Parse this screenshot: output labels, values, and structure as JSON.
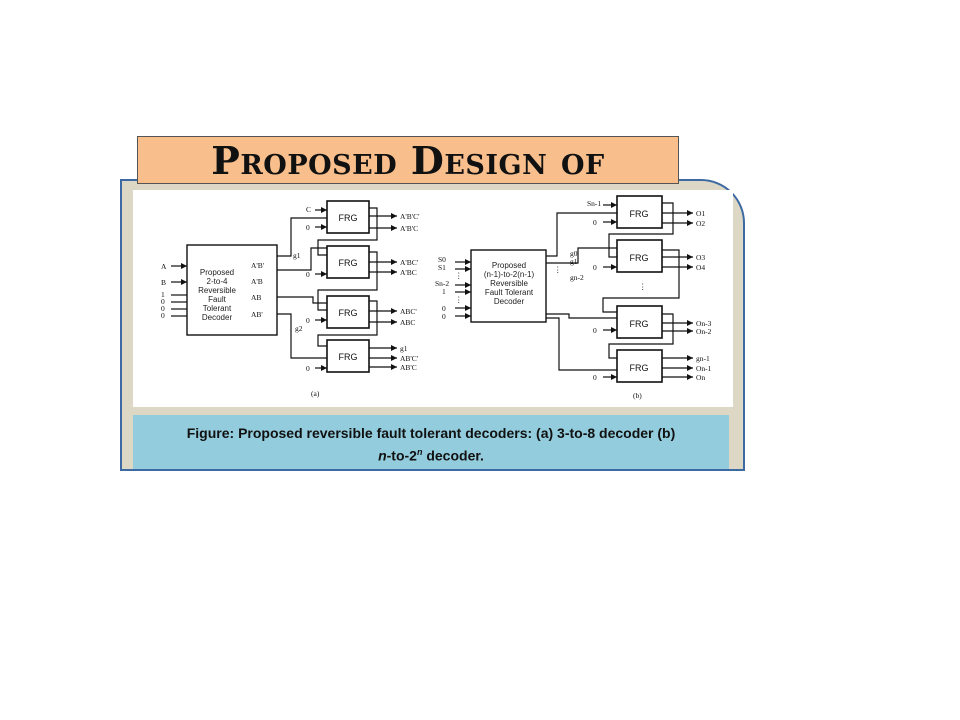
{
  "title": "Proposed Design of Decoder",
  "caption": {
    "line1": "Figure: Proposed reversible fault tolerant decoders: (a) 3-to-8 decoder (b)",
    "n_var": "n",
    "to2": "-to-2",
    "sup": "n",
    "tail": " decoder."
  },
  "diagram_a": {
    "inputs": [
      "A",
      "B",
      "1",
      "0",
      "0",
      "0"
    ],
    "box_lines": [
      "Proposed",
      "2-to-4",
      "Reversible",
      "Fault",
      "Tolerant",
      "Decoder"
    ],
    "box_outputs": [
      "A'B'",
      "A'B",
      "AB",
      "AB'"
    ],
    "frg_label": "FRG",
    "gate_inputs": [
      "C",
      "0",
      "g1",
      "0",
      "0",
      "g2",
      "0"
    ],
    "outputs": [
      "A'B'C'",
      "A'B'C",
      "A'BC'",
      "A'BC",
      "ABC'",
      "ABC",
      "g1",
      "AB'C'",
      "AB'C"
    ],
    "label": "(a)"
  },
  "diagram_b": {
    "inputs": [
      "S0",
      "S1",
      "⋮",
      "Sn-2",
      "1",
      "⋮",
      "0",
      "0"
    ],
    "box_lines": [
      "Proposed",
      "(n-1)-to-2(n-1)",
      "Reversible",
      "Fault Tolerant",
      "Decoder"
    ],
    "box_outputs": [
      "g0",
      "g1",
      "⋮",
      "gn-2"
    ],
    "frg_label": "FRG",
    "gate_inputs": [
      "Sn-1",
      "0",
      "0",
      "0",
      "0"
    ],
    "outputs": [
      "O1",
      "O2",
      "O3",
      "O4",
      "On-3",
      "On-2",
      "gn-1",
      "On-1",
      "On"
    ],
    "vdots": "⋮",
    "label": "(b)"
  }
}
